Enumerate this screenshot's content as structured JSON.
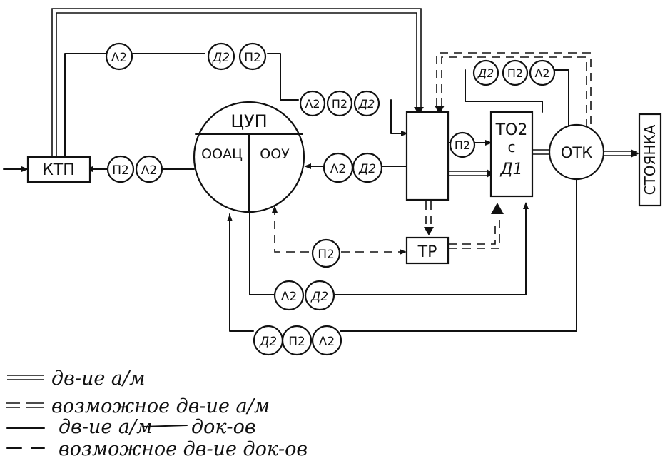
{
  "nodes": {
    "ktp": "КТП",
    "tsup": "ЦУП",
    "ooau": "ООАЦ",
    "oou": "ООУ",
    "tr": "ТР",
    "to2_line1": "ТО2",
    "to2_line2": "с",
    "to2_line3": "Д1",
    "otk": "ОТК",
    "stoyanka": "СТОЯНКА"
  },
  "circles": {
    "top_l2": "Λ2",
    "top_d2": "Д2",
    "top_p2": "П2",
    "mid_l2": "Λ2",
    "mid_p2": "П2",
    "mid_d2": "Д2",
    "right_d2": "Д2",
    "right_p2": "П2",
    "right_l2": "Λ2",
    "ktp_p2": "П2",
    "ktp_l2": "Λ2",
    "tsup_l2": "Λ2",
    "tsup_d2": "Д2",
    "box_p2": "П2",
    "tr_p2": "П2",
    "bot1_l2": "Λ2",
    "bot1_d2": "Д2",
    "bot2_d2": "Д2",
    "bot2_p2": "П2",
    "bot2_l2": "Λ2"
  },
  "legend": {
    "item1": "дв-ие а/м",
    "item2": "возможное дв-ие а/м",
    "item3_strike": "дв-ие а/м",
    "item3_tail": "док-ов",
    "item4": "возможное дв-ие док-ов"
  }
}
